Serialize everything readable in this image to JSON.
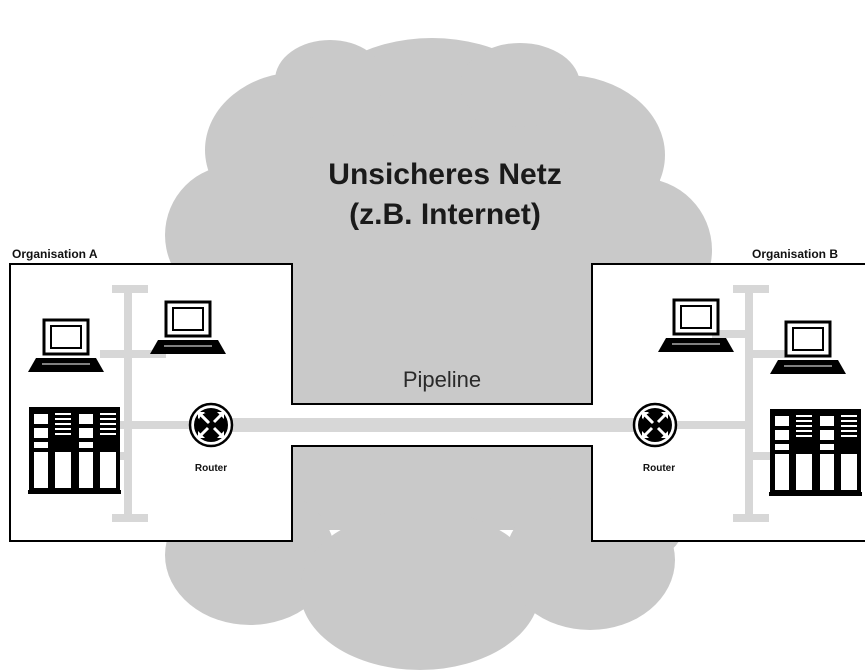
{
  "cloud": {
    "title_line1": "Unsicheres Netz",
    "title_line2": "(z.B. Internet)"
  },
  "pipeline": {
    "label": "Pipeline"
  },
  "org_a": {
    "label": "Organisation A",
    "router_label": "Router"
  },
  "org_b": {
    "label": "Organisation B",
    "router_label": "Router"
  },
  "colors": {
    "cloud_fill": "#c9c9c9",
    "pipe_fill": "#d7d7d7",
    "box_stroke": "#000000",
    "text": "#111111"
  }
}
